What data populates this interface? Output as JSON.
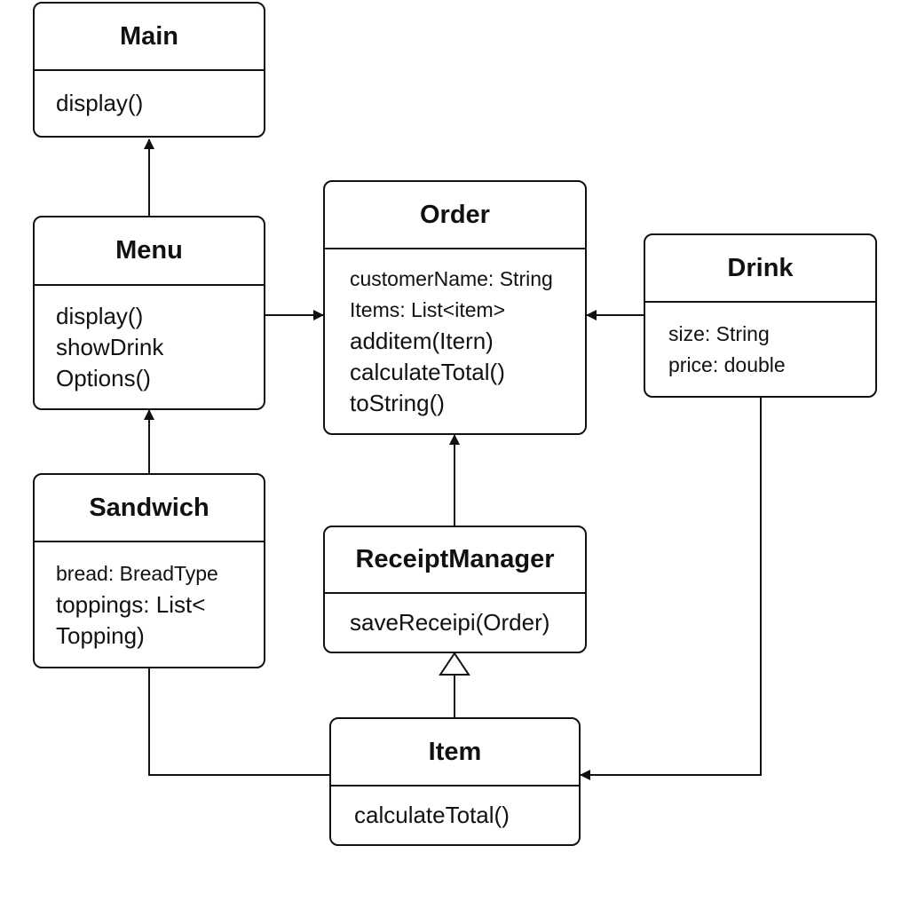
{
  "diagram": {
    "line_color": "#111111",
    "classes": {
      "main": {
        "name": "Main",
        "lines": [
          "display()"
        ]
      },
      "menu": {
        "name": "Menu",
        "lines": [
          "display()",
          "showDrink",
          "Options()"
        ]
      },
      "order": {
        "name": "Order",
        "lines": [
          "customerName: String",
          "Items: List<item>",
          "additem(Itern)",
          "calculateTotal()",
          "toString()"
        ]
      },
      "drink": {
        "name": "Drink",
        "lines": [
          "size: String",
          "price: double"
        ]
      },
      "sandwich": {
        "name": "Sandwich",
        "lines": [
          "bread: BreadType",
          "toppings: List<",
          "Topping)"
        ]
      },
      "receipt_manager": {
        "name": "ReceiptManager",
        "lines": [
          "saveReceipi(Order)"
        ]
      },
      "item": {
        "name": "Item",
        "lines": [
          "calculateTotal()"
        ]
      }
    },
    "relations": [
      {
        "from": "Menu",
        "to": "Main",
        "kind": "association"
      },
      {
        "from": "Menu",
        "to": "Order",
        "kind": "association"
      },
      {
        "from": "Drink",
        "to": "Order",
        "kind": "association"
      },
      {
        "from": "Sandwich",
        "to": "Menu",
        "kind": "association"
      },
      {
        "from": "ReceiptManager",
        "to": "Order",
        "kind": "association"
      },
      {
        "from": "Item",
        "to": "ReceiptManager",
        "kind": "inheritance"
      },
      {
        "from": "Sandwich",
        "to": "Item",
        "kind": "line"
      },
      {
        "from": "Drink",
        "to": "Item",
        "kind": "association"
      }
    ]
  }
}
